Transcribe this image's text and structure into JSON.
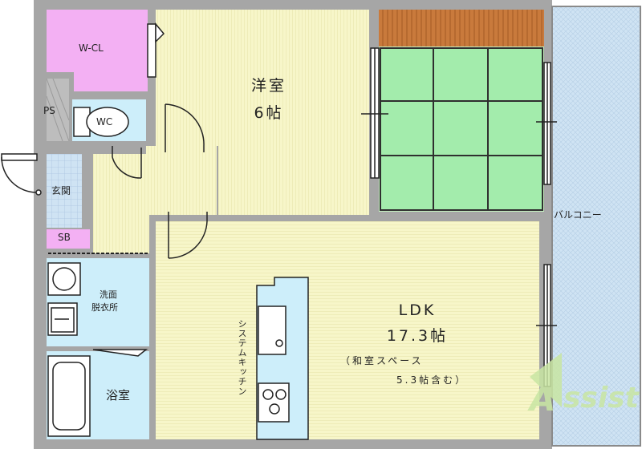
{
  "rooms": {
    "wcl": "W-CL",
    "ps": "PS",
    "wc": "WC",
    "bedroom_name": "洋室",
    "bedroom_size": "6帖",
    "entrance": "玄関",
    "sb": "SB",
    "washroom_line1": "洗面",
    "washroom_line2": "脱衣所",
    "bath": "浴室",
    "kitchen": "システムキッチン",
    "ldk_name": "LDK",
    "ldk_size": "17.3帖",
    "ldk_note1": "（和室スペース",
    "ldk_note2": "5.3帖含む）",
    "balcony": "バルコニー"
  },
  "watermark": {
    "text": "Assist"
  },
  "colors": {
    "wall": "#a6a6a6",
    "floor_wood": "#f7f6c9",
    "wet_area": "#cdeefa",
    "closet": "#f3b0f3",
    "tatami": "#9fefa9",
    "tatami_edge": "#c97a3c",
    "balcony": "#cfe3f3",
    "watermark": "#c9e6a3"
  }
}
